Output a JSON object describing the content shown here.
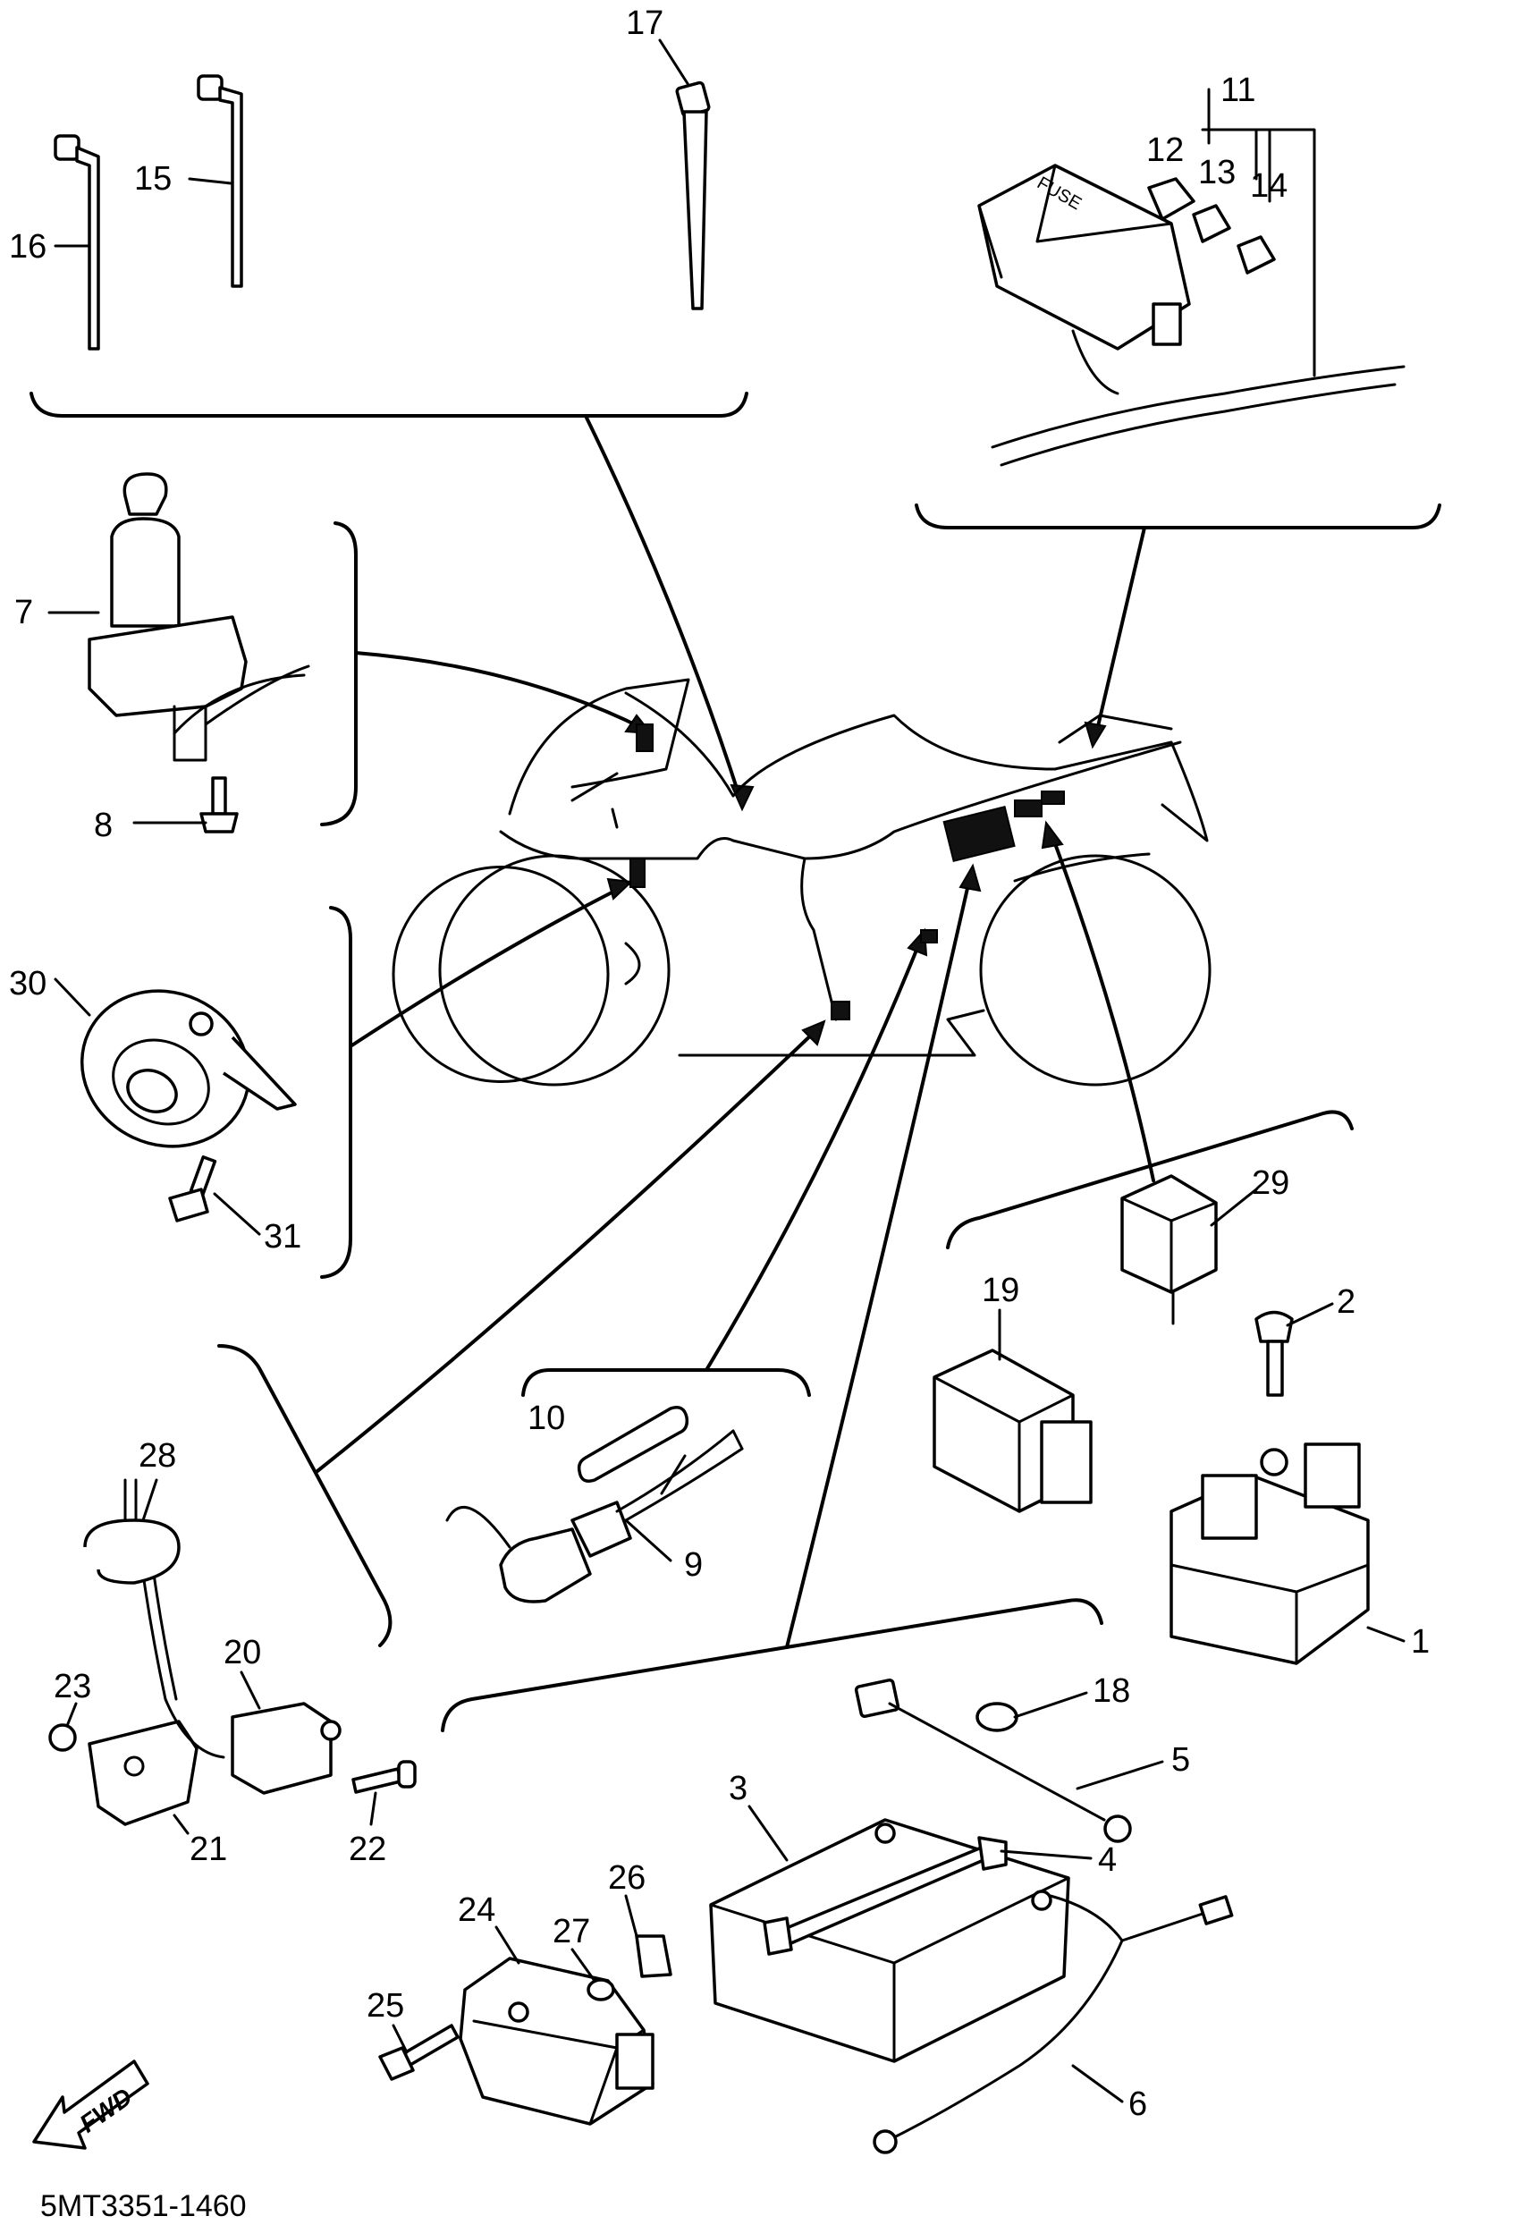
{
  "diagram_code": "5MT3351-1460",
  "direction_label": "FWD",
  "fuse_box_label": "FUSE",
  "callouts": [
    "1",
    "2",
    "3",
    "4",
    "5",
    "6",
    "7",
    "8",
    "9",
    "10",
    "11",
    "12",
    "13",
    "14",
    "15",
    "16",
    "17",
    "18",
    "19",
    "20",
    "21",
    "22",
    "23",
    "24",
    "25",
    "26",
    "27",
    "28",
    "29",
    "30",
    "31"
  ]
}
